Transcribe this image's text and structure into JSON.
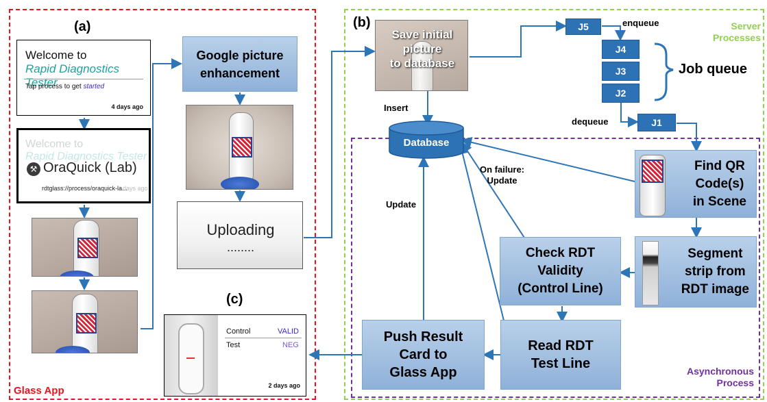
{
  "panels": {
    "a": "(a)",
    "b": "(b)",
    "c": "(c)"
  },
  "regions": {
    "glass_app": "Glass App",
    "server_processes": "Server\nProcesses",
    "asynchronous_process": "Asynchronous\nProcess"
  },
  "card_welcome": {
    "line1": "Welcome to",
    "line2": "Rapid Diagnostics Tester",
    "tap_prefix": "Tap process to get ",
    "tap_word": "started",
    "time": "4 days ago"
  },
  "card_oraquick": {
    "faded1": "Welcome to",
    "faded2": "Rapid Diagnostics Tester",
    "title": "OraQuick (Lab)",
    "url": "rdtglass://process/oraquick-la...",
    "time": "days ago"
  },
  "result_card": {
    "control_label": "Control",
    "control_value": "VALID",
    "test_label": "Test",
    "test_value": "NEG",
    "time": "2 days ago"
  },
  "boxes": {
    "google_enhance": "Google picture\nenhancement",
    "uploading_1": "Uploading",
    "uploading_2": "........",
    "save_initial": "Save initial\npicture\nto database",
    "database": "Database",
    "find_qr": "Find QR\nCode(s)\nin Scene",
    "segment": "Segment\nstrip from\nRDT image",
    "check_rdt": "Check RDT\nValidity\n(Control Line)",
    "read_rdt": "Read RDT\nTest Line",
    "push_result": "Push Result\nCard to\nGlass App"
  },
  "jobs": [
    "J5",
    "J4",
    "J3",
    "J2",
    "J1"
  ],
  "labels": {
    "enqueue": "enqueue",
    "dequeue": "dequeue",
    "job_queue": "Job queue",
    "insert": "Insert",
    "on_failure": "On failure:\nUpdate",
    "update": "Update"
  },
  "colors": {
    "glass_region": "#e8141c",
    "server_region": "#92d050",
    "async_region": "#7030a0",
    "arrow": "#2e75b6",
    "job_box": "#2d72b5",
    "process_box": "#9dbde0"
  }
}
